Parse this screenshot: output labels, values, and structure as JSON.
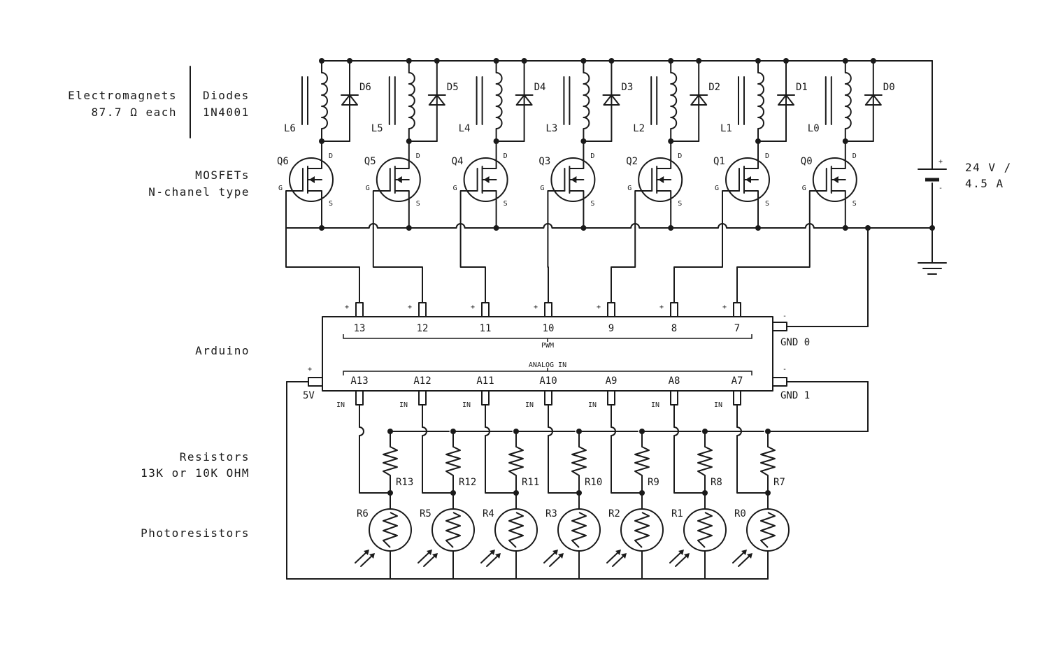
{
  "labels": {
    "electromagnets": "Electromagnets",
    "electromagnets_value": "87.7 Ω each",
    "diodes": "Diodes",
    "diodes_part": "1N4001",
    "mosfets": "MOSFETs",
    "mosfets_type": "N-chanel type",
    "arduino": "Arduino",
    "resistors": "Resistors",
    "resistors_value": "13K or 10K OHM",
    "photoresistors": "Photoresistors"
  },
  "supply": {
    "voltage": "24 V /",
    "current": "4.5 A",
    "plus": "+",
    "minus": "-"
  },
  "stages": [
    {
      "coil": "L6",
      "diode": "D6",
      "mosfet": "Q6",
      "pin": "13",
      "analog": "A13",
      "resistor": "R13",
      "photo": "R6"
    },
    {
      "coil": "L5",
      "diode": "D5",
      "mosfet": "Q5",
      "pin": "12",
      "analog": "A12",
      "resistor": "R12",
      "photo": "R5"
    },
    {
      "coil": "L4",
      "diode": "D4",
      "mosfet": "Q4",
      "pin": "11",
      "analog": "A11",
      "resistor": "R11",
      "photo": "R4"
    },
    {
      "coil": "L3",
      "diode": "D3",
      "mosfet": "Q3",
      "pin": "10",
      "analog": "A10",
      "resistor": "R10",
      "photo": "R3"
    },
    {
      "coil": "L2",
      "diode": "D2",
      "mosfet": "Q2",
      "pin": "9",
      "analog": "A9",
      "resistor": "R9",
      "photo": "R2"
    },
    {
      "coil": "L1",
      "diode": "D1",
      "mosfet": "Q1",
      "pin": "8",
      "analog": "A8",
      "resistor": "R8",
      "photo": "R1"
    },
    {
      "coil": "L0",
      "diode": "D0",
      "mosfet": "Q0",
      "pin": "7",
      "analog": "A7",
      "resistor": "R7",
      "photo": "R0"
    }
  ],
  "arduino": {
    "pwm_label": "PWM",
    "analog_label": "ANALOG IN",
    "gnd0": "GND 0",
    "gnd1": "GND 1",
    "v5": "5V",
    "in_label": "IN",
    "plus": "+",
    "minus": "-"
  },
  "mosfet_pins": {
    "drain": "D",
    "gate": "G",
    "source": "S"
  }
}
